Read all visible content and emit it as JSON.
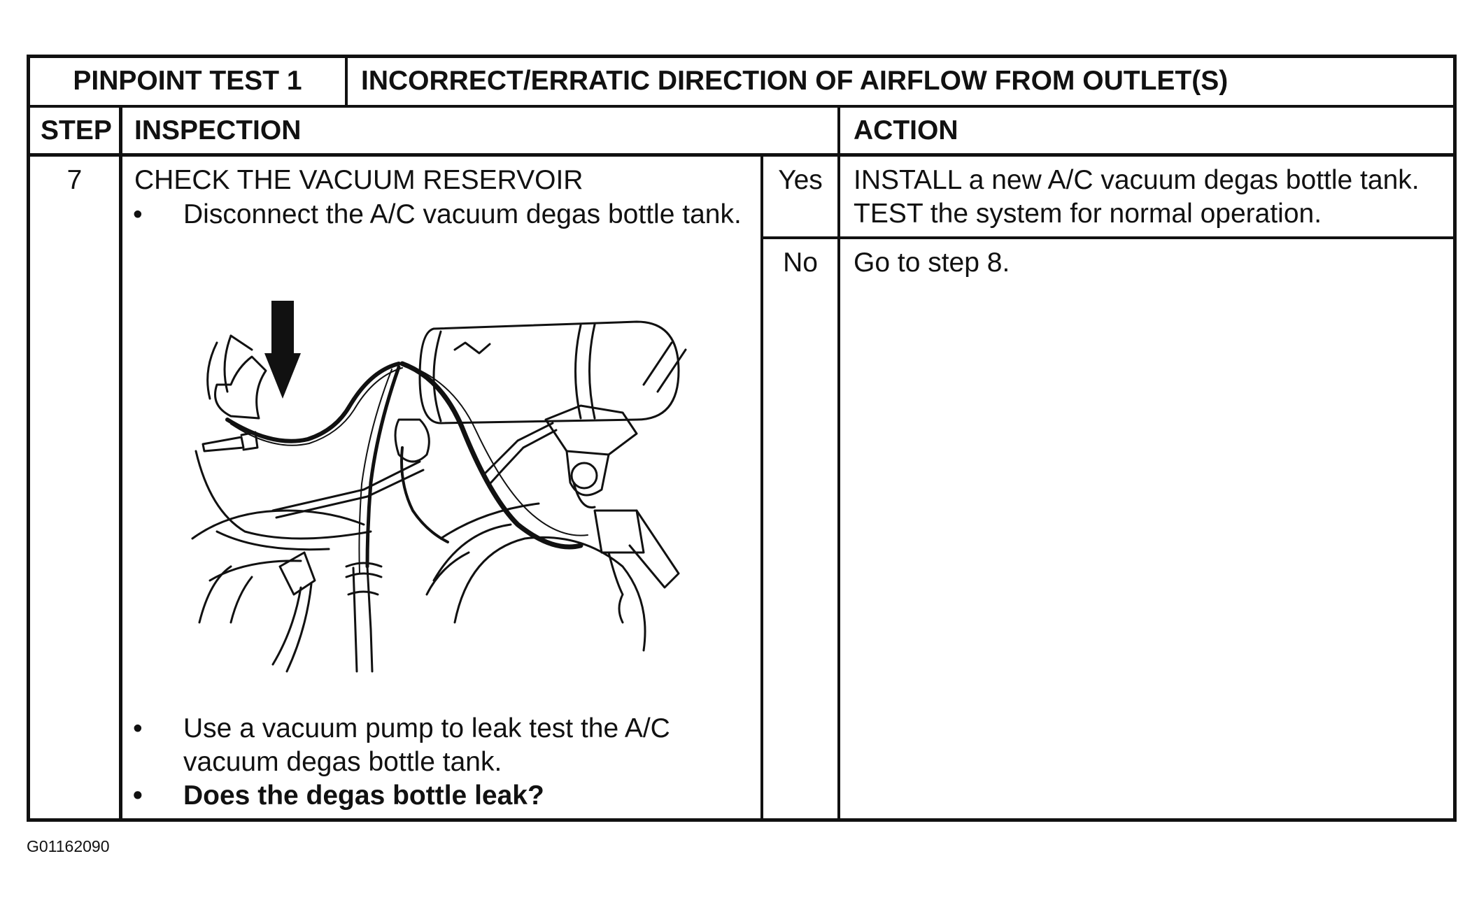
{
  "header": {
    "test_label": "PINPOINT TEST 1",
    "test_title": "INCORRECT/ERRATIC DIRECTION OF AIRFLOW FROM OUTLET(S)"
  },
  "columns": {
    "step": "STEP",
    "inspection": "INSPECTION",
    "action": "ACTION"
  },
  "row": {
    "step_number": "7",
    "inspection_title": "CHECK THE VACUUM RESERVOIR",
    "bullets": [
      "Disconnect the A/C vacuum degas bottle tank.",
      "Use a vacuum pump to leak test the A/C vacuum degas bottle tank.",
      "Does the degas bottle leak?"
    ],
    "bullet_symbol": "•",
    "answers": [
      {
        "label": "Yes",
        "action": "INSTALL a new A/C vacuum degas bottle tank. TEST the system for normal operation."
      },
      {
        "label": "No",
        "action": "Go to step 8."
      }
    ]
  },
  "figure_id": "G01162090",
  "colors": {
    "ink": "#111111",
    "paper": "#ffffff"
  }
}
